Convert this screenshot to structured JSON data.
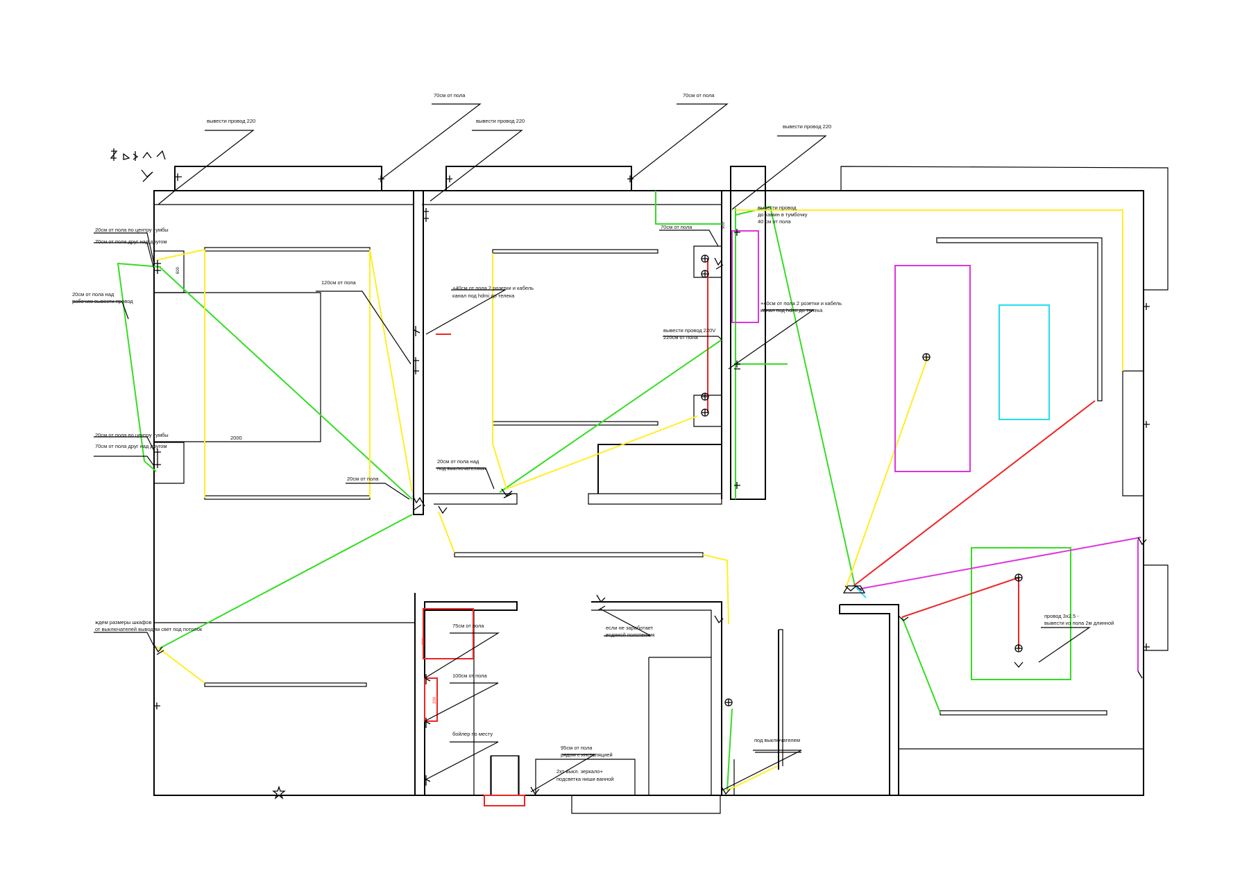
{
  "annotations": {
    "top_wire_left": "вывести провод 220",
    "top_70_left": "70см от пола",
    "top_wire_mid": "вывести провод 220",
    "top_70_right": "70см от пола",
    "top_wire_right": "вывести провод 220",
    "nightstand_20_top": "20см от пола по центру тумбы",
    "nightstand_70_top": "70см от пола друг над другом",
    "above_desk_20": "20см от пола над",
    "desk_wire": "рабочим вывести провод",
    "floor_120": "120см от пола",
    "tv_plus40_left_1": "+40см от пола 2 розетки и кабель",
    "tv_plus40_left_2": "канал под hdmi до телека",
    "nightstand_20_bottom": "20см от пола по центру тумбы",
    "nightstand_70_bottom": "70см от пола друг над другом",
    "dim_2000": "2000",
    "floor_20_switches_1": "20см от пола над",
    "floor_20_switches_2": "под выключателями",
    "floor_20": "20см от пола",
    "wardrobe_1": "ждем размеры шкафов",
    "wardrobe_2": "от выключателей выводим свет под потолок",
    "closet_70": "70см от пола",
    "wire_cabinet_1": "вывести провод",
    "wire_cabinet_2": "до камин в тумбочку",
    "wire_cabinet_3": "40 см от пола",
    "tv_plus40_right_1": "+40см от пола 2 розетки и кабель",
    "tv_plus40_right_2": "канал под hdmi до телека",
    "wire_220v_1": "вывести провод 220V",
    "wire_220v_2": "220см от пола",
    "bath_75": "75см от пола",
    "bath_100": "100см от пола",
    "boiler": "бойлер по месту",
    "bath_95_1": "95см от пола",
    "bath_95_2": "рядом с инсталяцией",
    "mirror_1": "2хт выкл. зеркало+",
    "mirror_2": "подсветка ниши ванной",
    "towel_1": "если не заработает",
    "towel_2": "водяной полотенчик",
    "under_switches": "под выключателем",
    "cable_1": "провод 3х2.5 -",
    "cable_2": "вывести из пола 2м длинной",
    "small_dim_600": "600",
    "small_dim_900": "900",
    "small_dim_300": "300",
    "small_dim_200": "200"
  },
  "legend": {
    "colors": {
      "green": "#33dd22",
      "yellow": "#ffee22",
      "red": "#ee2222",
      "magenta": "#dd33dd",
      "cyan": "#22ddee"
    },
    "icons": [
      "socket-icon",
      "double-socket-icon",
      "switch-icon",
      "ceiling-light-icon",
      "star-icon"
    ]
  }
}
